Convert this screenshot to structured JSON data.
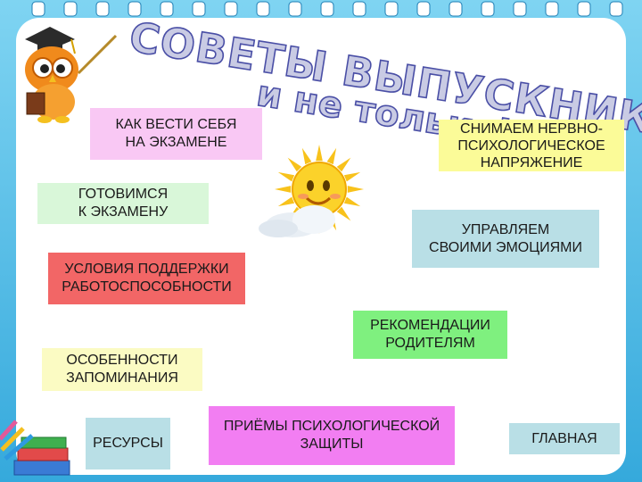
{
  "title": {
    "line1": "СОВЕТЫ ВЫПУСКНИКАМ,",
    "line2": "и не только!"
  },
  "colors": {
    "frame": "#35a9dc",
    "title_fill": "#c9cbe4",
    "title_stroke": "#4a4fa6"
  },
  "buttons": {
    "exam_behavior": {
      "label": "КАК ВЕСТИ СЕБЯ\nНА ЭКЗАМЕНЕ",
      "color": "#f9c8f4"
    },
    "stress": {
      "label": "СНИМАЕМ  НЕРВНО-\nПСИХОЛОГИЧЕСКОЕ\nНАПРЯЖЕНИЕ",
      "color": "#fbfb98"
    },
    "prepare": {
      "label": "ГОТОВИМСЯ\n К  ЭКЗАМЕНУ",
      "color": "#d9f7d9"
    },
    "emotions": {
      "label": "УПРАВЛЯЕМ\n СВОИМИ ЭМОЦИЯМИ",
      "color": "#b9dfe6"
    },
    "work_conditions": {
      "label": "УСЛОВИЯ ПОДДЕРЖКИ\nРАБОТОСПОСОБНОСТИ",
      "color": "#f26666"
    },
    "parents": {
      "label": "РЕКОМЕНДАЦИИ\nРОДИТЕЛЯМ",
      "color": "#7ff07f"
    },
    "memory": {
      "label": "ОСОБЕННОСТИ\n  ЗАПОМИНАНИЯ",
      "color": "#fbfbc3"
    },
    "resources": {
      "label": "РЕСУРСЫ",
      "color": "#b9dfe6"
    },
    "defense": {
      "label": "ПРИЁМЫ ПСИХОЛОГИЧЕСКОЙ\nЗАЩИТЫ",
      "color": "#f27ef2"
    },
    "home": {
      "label": "ГЛАВНАЯ",
      "color": "#b9dfe6"
    }
  },
  "icons": {
    "owl": "owl-scholar-icon",
    "sun": "sun-cloud-icon",
    "books": "books-pencils-icon"
  }
}
